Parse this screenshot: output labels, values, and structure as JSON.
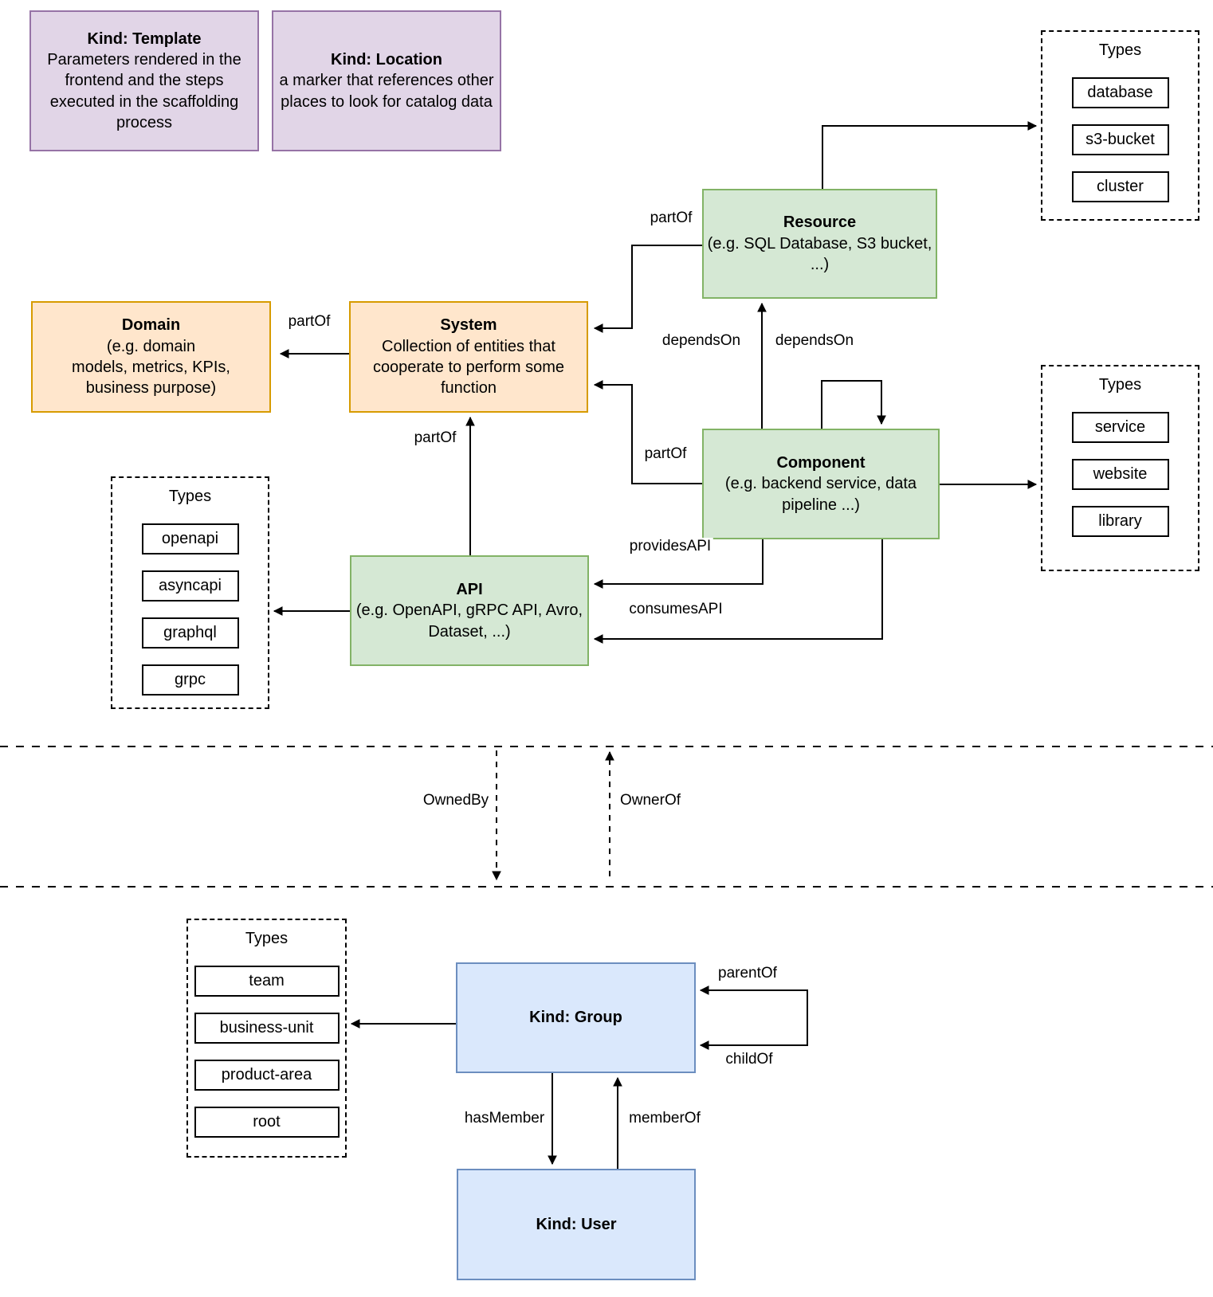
{
  "diagram": {
    "nodes": {
      "template": {
        "title": "Kind: Template",
        "description": "Parameters rendered in the frontend and the steps executed in  the scaffolding process"
      },
      "location": {
        "title": "Kind: Location",
        "description": "a marker that references other places to look for catalog data"
      },
      "resource": {
        "title": "Resource",
        "description": "(e.g. SQL Database, S3 bucket, ...)"
      },
      "domain": {
        "title": "Domain",
        "description": "(e.g.  domain\nmodels, metrics, KPIs,\nbusiness purpose)"
      },
      "system": {
        "title": "System",
        "description": "Collection of entities that cooperate to perform some function"
      },
      "component": {
        "title": "Component",
        "description": "(e.g. backend service, data pipeline ...)"
      },
      "api": {
        "title": "API",
        "description": "(e.g. OpenAPI, gRPC API, Avro, Dataset, ...)"
      },
      "group": {
        "title": "Kind: Group"
      },
      "user": {
        "title": "Kind: User"
      }
    },
    "type_groups": {
      "resource": {
        "title": "Types",
        "items": [
          "database",
          "s3-bucket",
          "cluster"
        ]
      },
      "component": {
        "title": "Types",
        "items": [
          "service",
          "website",
          "library"
        ]
      },
      "api": {
        "title": "Types",
        "items": [
          "openapi",
          "asyncapi",
          "graphql",
          "grpc"
        ]
      },
      "group": {
        "title": "Types",
        "items": [
          "team",
          "business-unit",
          "product-area",
          "root"
        ]
      }
    },
    "relations": {
      "part_of_domain": "partOf",
      "part_of_resource": "partOf",
      "part_of_component": "partOf",
      "part_of_api": "partOf",
      "depends_on_resource": "dependsOn",
      "depends_on_self": "dependsOn",
      "provides_api": "providesAPI",
      "consumes_api": "consumesAPI",
      "owned_by": "OwnedBy",
      "owner_of": "OwnerOf",
      "parent_of": "parentOf",
      "child_of": "childOf",
      "has_member": "hasMember",
      "member_of": "memberOf"
    },
    "colors": {
      "green_fill": "#d5e8d4",
      "green_stroke": "#82b366",
      "orange_fill": "#ffe6cc",
      "orange_stroke": "#d79b00",
      "purple_fill": "#e1d5e7",
      "purple_stroke": "#9673a6",
      "blue_fill": "#dae8fc",
      "blue_stroke": "#6c8ebf",
      "line": "#000000",
      "background": "#ffffff"
    }
  }
}
